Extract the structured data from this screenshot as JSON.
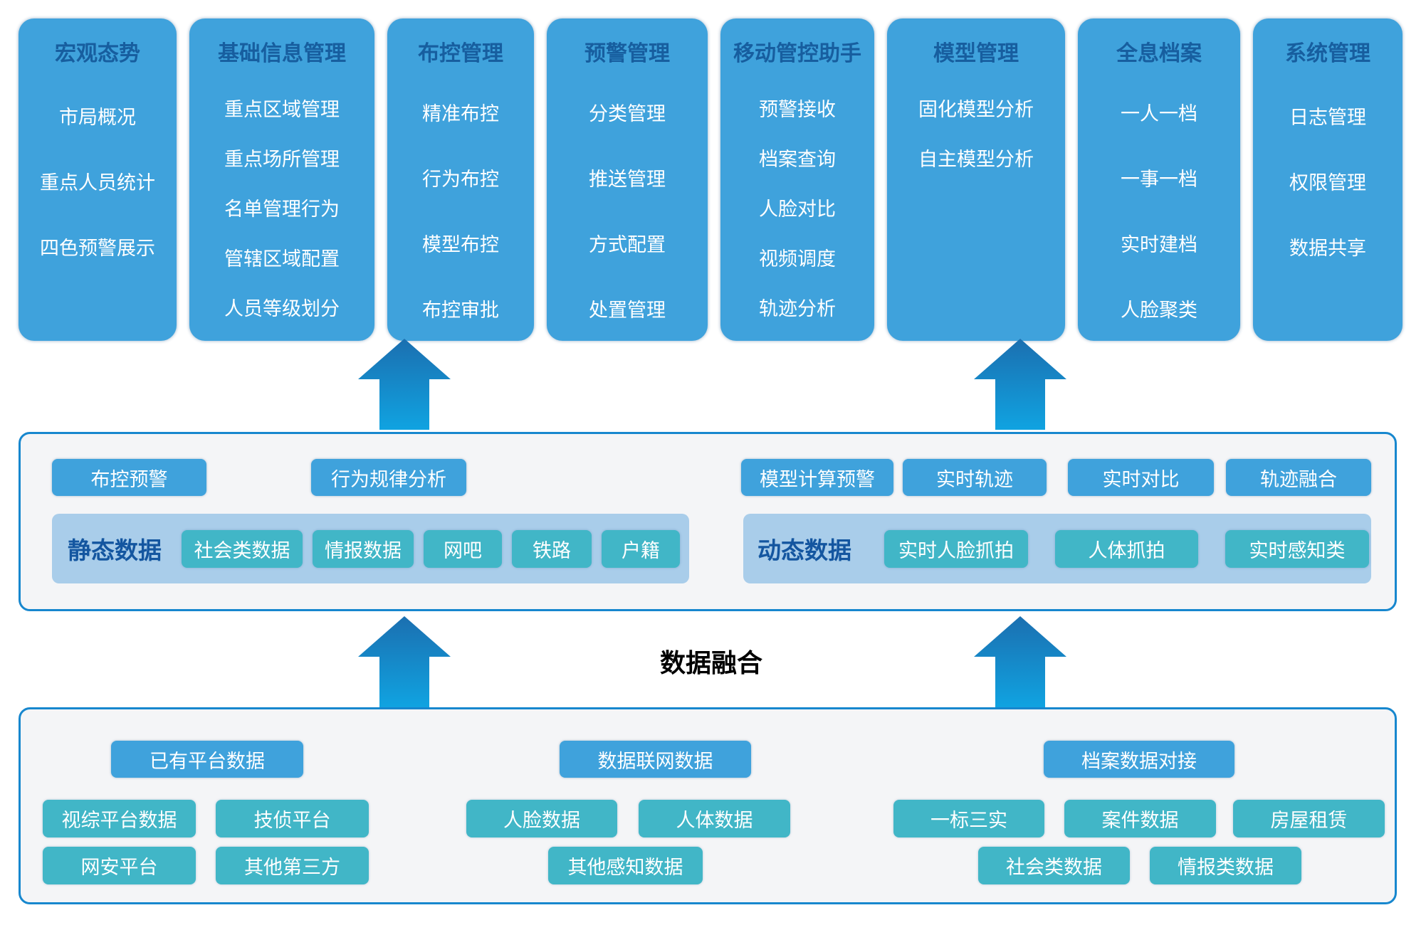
{
  "colors": {
    "column_blue": "#3FA2DC",
    "title_blue": "#175E9F",
    "panel_light_blue": "#A9CDEA",
    "teal": "#41B6C7",
    "panel_label_blue": "#1456A0",
    "box_border_blue": "#1787CE",
    "box_background": "#F4F5F7",
    "arrow_gradient_top": "#1B6FB0",
    "arrow_gradient_bottom": "#10A3E1",
    "fusion_text": "#000000"
  },
  "top_columns": [
    {
      "title": "宏观态势",
      "items": [
        "市局概况",
        "重点人员统计",
        "四色预警展示"
      ]
    },
    {
      "title": "基础信息管理",
      "items": [
        "重点区域管理",
        "重点场所管理",
        "名单管理行为",
        "管辖区域配置",
        "人员等级划分"
      ]
    },
    {
      "title": "布控管理",
      "items": [
        "精准布控",
        "行为布控",
        "模型布控",
        "布控审批"
      ]
    },
    {
      "title": "预警管理",
      "items": [
        "分类管理",
        "推送管理",
        "方式配置",
        "处置管理"
      ]
    },
    {
      "title": "移动管控助手",
      "items": [
        "预警接收",
        "档案查询",
        "人脸对比",
        "视频调度",
        "轨迹分析"
      ]
    },
    {
      "title": "模型管理",
      "items": [
        "固化模型分析",
        "自主模型分析"
      ]
    },
    {
      "title": "全息档案",
      "items": [
        "一人一档",
        "一事一档",
        "实时建档",
        "人脸聚类"
      ]
    },
    {
      "title": "系统管理",
      "items": [
        "日志管理",
        "权限管理",
        "数据共享"
      ]
    }
  ],
  "middle": {
    "left": {
      "buttons": [
        "布控预警",
        "行为规律分析"
      ],
      "panel_label": "静态数据",
      "panel_items": [
        "社会类数据",
        "情报数据",
        "网吧",
        "铁路",
        "户籍"
      ]
    },
    "right": {
      "buttons": [
        "模型计算预警",
        "实时轨迹",
        "实时对比",
        "轨迹融合"
      ],
      "panel_label": "动态数据",
      "panel_items": [
        "实时人脸抓拍",
        "人体抓拍",
        "实时感知类"
      ]
    }
  },
  "fusion_label": "数据融合",
  "bottom": {
    "groups": [
      {
        "header": "已有平台数据",
        "rows": [
          [
            "视综平台数据",
            "技侦平台"
          ],
          [
            "网安平台",
            "其他第三方"
          ]
        ]
      },
      {
        "header": "数据联网数据",
        "rows": [
          [
            "人脸数据",
            "人体数据"
          ],
          [
            "其他感知数据"
          ]
        ]
      },
      {
        "header": "档案数据对接",
        "rows": [
          [
            "一标三实",
            "案件数据",
            "房屋租赁"
          ],
          [
            "社会类数据",
            "情报类数据"
          ]
        ]
      }
    ]
  }
}
